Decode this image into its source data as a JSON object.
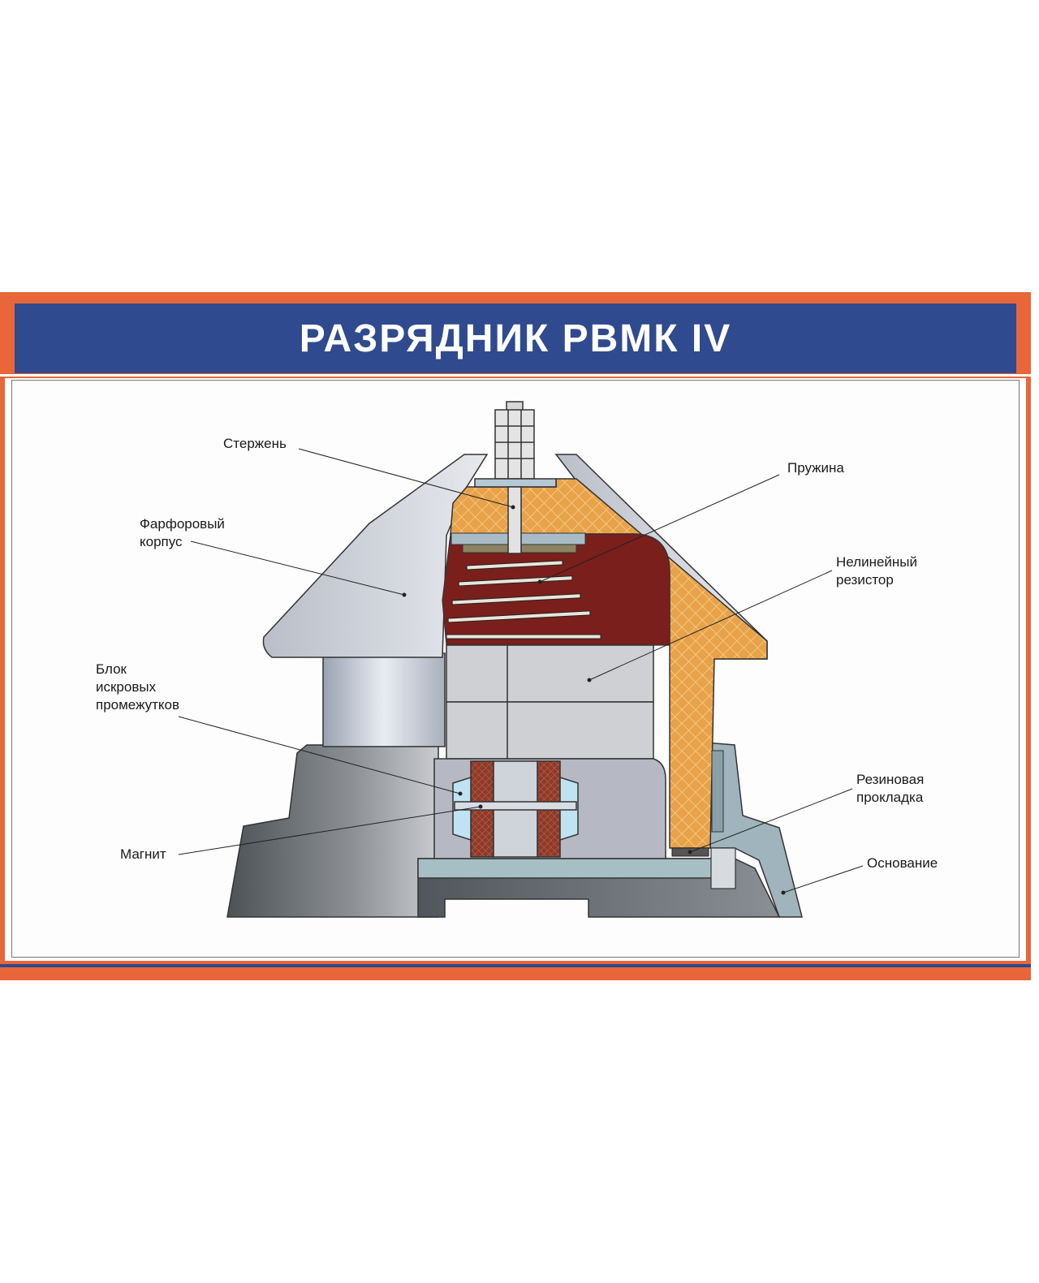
{
  "title": "РАЗРЯДНИК РВМК IV",
  "labels": {
    "rod": "Стержень",
    "spring": "Пружина",
    "porcelain_1": "Фарфоровый",
    "porcelain_2": "корпус",
    "resistor_1": "Нелинейный",
    "resistor_2": "резистор",
    "spark_1": "Блок",
    "spark_2": "искровых",
    "spark_3": "промежутков",
    "gasket_1": "Резиновая",
    "gasket_2": "прокладка",
    "magnet": "Магнит",
    "base": "Основание"
  },
  "colors": {
    "frame": "#e8663a",
    "header": "#2f4a8e",
    "shell": "#e8a24a",
    "interior": "#7a1f1c"
  }
}
